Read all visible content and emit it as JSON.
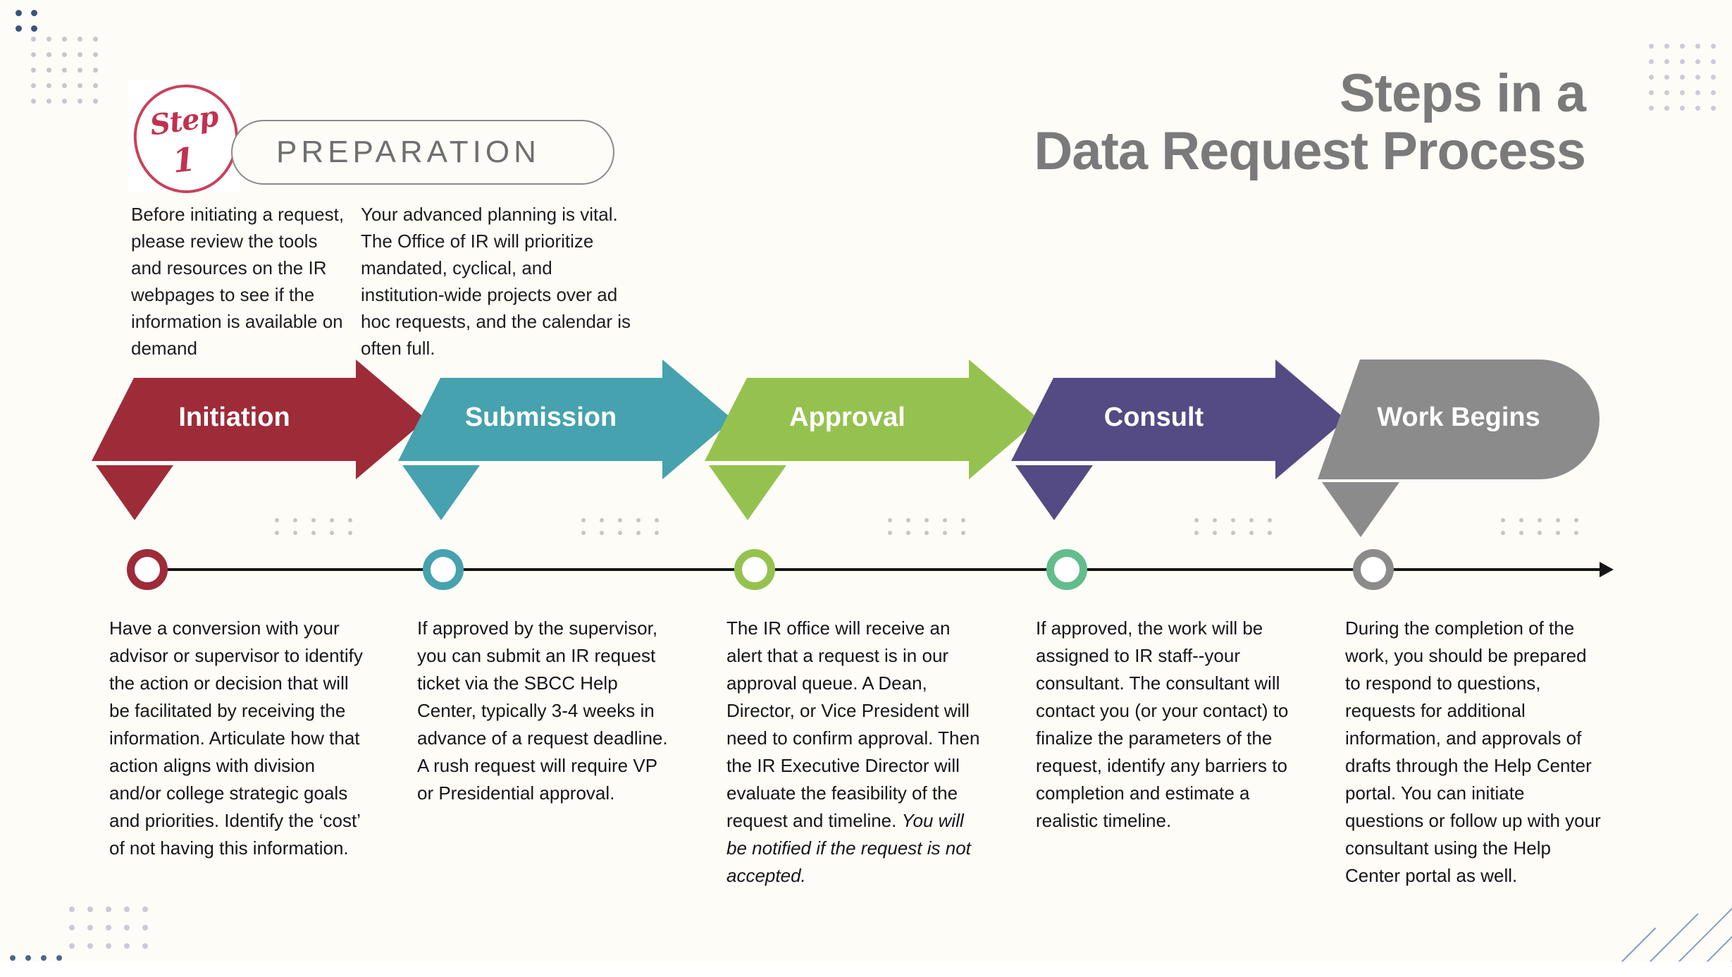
{
  "page": {
    "background": "#fdfcf7",
    "title_line1": "Steps in a",
    "title_line2": "Data Request Process",
    "title_color": "#7a7a7a"
  },
  "badge": {
    "word": "Step",
    "number": "1",
    "color": "#c0324f"
  },
  "preparation": {
    "label": "PREPARATION",
    "label_color": "#6f6f6f",
    "paragraph_left": "Before initiating a request, please review the tools and resources on the IR webpages to see if the information is available on demand",
    "paragraph_right": "Your advanced planning is  vital. The Office of IR will prioritize mandated, cyclical, and institution-wide projects over ad hoc requests, and the calendar is often full."
  },
  "steps": [
    {
      "label": "Initiation",
      "color": "#9e2b38",
      "node_color": "#9e2b38",
      "shape": "arrow",
      "description": "Have a conversion with your advisor or supervisor to identify the action or decision that will be facilitated by receiving the information. Articulate how that action aligns with division and/or college strategic goals and priorities. Identify the ‘cost’ of not having this information.",
      "description_italic": ""
    },
    {
      "label": "Submission",
      "color": "#46a2ae",
      "node_color": "#46a2ae",
      "shape": "arrow",
      "description": "If approved by the supervisor, you can submit an IR request ticket via the SBCC Help Center, typically 3-4 weeks in advance of a request deadline. A rush request will require VP or Presidential approval.",
      "description_italic": ""
    },
    {
      "label": "Approval",
      "color": "#95c24f",
      "node_color": "#95c24f",
      "shape": "arrow",
      "description": "The IR office will receive an alert that a request is in our approval queue. A Dean, Director, or Vice President will need to confirm approval. Then the IR Executive Director will evaluate the feasibility of the request and timeline. ",
      "description_italic": "You will be notified if the request is not accepted."
    },
    {
      "label": "Consult",
      "color": "#544b84",
      "node_color": "#62bd8c",
      "shape": "arrow",
      "description": "If approved, the work will be assigned to IR staff--your consultant. The consultant will contact you (or your contact) to finalize the parameters of the request, identify any barriers to completion and estimate a realistic timeline.",
      "description_italic": ""
    },
    {
      "label": "Work Begins",
      "color": "#8b8b8b",
      "node_color": "#8b8b8b",
      "shape": "rounded",
      "description": "During the completion of the work, you should be prepared to respond to questions, requests for additional information, and approvals of drafts through the Help Center portal. You can initiate questions or follow up with your consultant using the Help Center portal as well.",
      "description_italic": ""
    }
  ],
  "decoration": {
    "dot_navy": "#2f4a77",
    "dot_grey": "#9a99ad",
    "dot_faint": "#b6b3b0",
    "diagonal_color": "#5a7fb0"
  }
}
